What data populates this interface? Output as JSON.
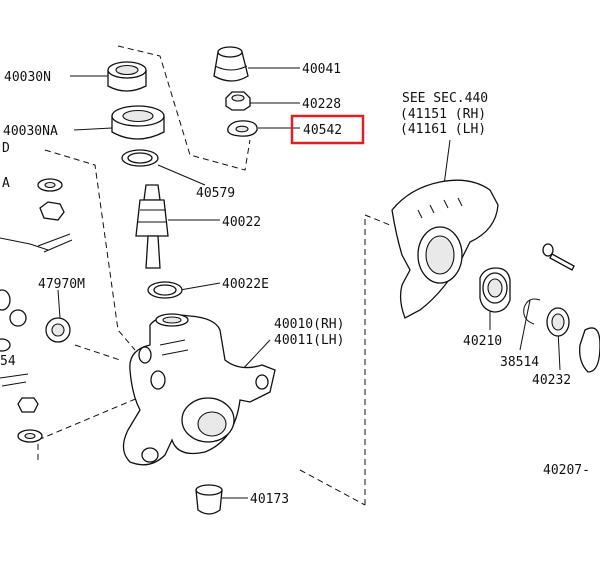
{
  "diagram": {
    "highlight_color": "#e02020",
    "line_color": "#111111",
    "labels": {
      "p40030N": "40030N",
      "p40030NA": "40030NA",
      "p40041": "40041",
      "p40228": "40228",
      "p40542": "40542",
      "p40579": "40579",
      "p40022": "40022",
      "p40022E": "40022E",
      "p47970M": "47970M",
      "p40010": "40010(RH)",
      "p40011": "40011(LH)",
      "p40173": "40173",
      "see_sec": "SEE SEC.440",
      "p41151": "41151 (RH)",
      "p41161": "41161 (LH)",
      "p40210": "40210",
      "p38514": "38514",
      "p40232": "40232",
      "p40207": "40207-",
      "edge_d": "D",
      "edge_a": "A",
      "edge_54": "54"
    }
  }
}
